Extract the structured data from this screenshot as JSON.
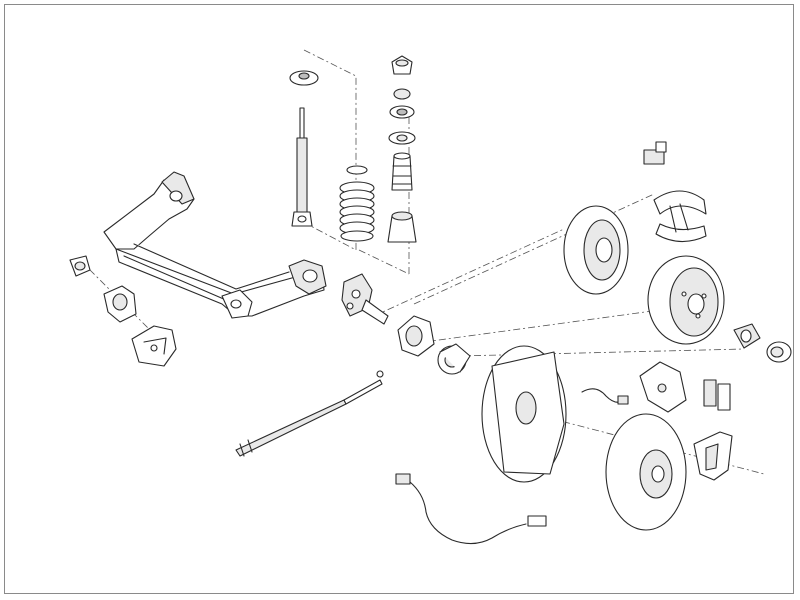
{
  "diagram": {
    "type": "exploded-parts-diagram",
    "colors": {
      "line": "#2a2a2a",
      "fill": "#ffffff",
      "shade": "#e9e9e9",
      "frame": "#8a8a8a"
    },
    "parts": [
      "rear-axle-beam",
      "axle-bushing-small",
      "axle-bushing-large",
      "axle-mount-bracket",
      "shock-absorber",
      "shock-top-washer",
      "coil-spring",
      "spring-seat",
      "strut-top-nut",
      "strut-top-mount",
      "strut-bump-stop",
      "strut-dust-boot",
      "stub-axle",
      "wheel-bearing-housing",
      "wheel-bearing",
      "handbrake-cable",
      "brake-backing-plate",
      "abs-sensor-small",
      "abs-sensor-cable",
      "brake-drum-backplate",
      "brake-shoes",
      "wheel-cylinder",
      "brake-drum",
      "hub-bushing",
      "hub-cap",
      "brake-caliper",
      "brake-pads",
      "caliper-carrier",
      "brake-disc"
    ]
  }
}
